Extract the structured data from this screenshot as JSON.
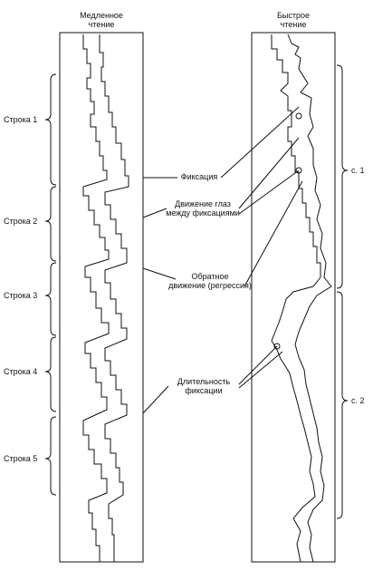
{
  "columns": {
    "slow": {
      "title_line1": "Медленное",
      "title_line2": "чтение"
    },
    "fast": {
      "title_line1": "Быстрое",
      "title_line2": "чтение"
    }
  },
  "left_rows": [
    "Строка 1",
    "Строка 2",
    "Строка 3",
    "Строка 4",
    "Строка 5"
  ],
  "right_rows": [
    "с. 1",
    "с. 2"
  ],
  "callouts": {
    "fixation": "Фиксация",
    "saccade_line1": "Движение глаз",
    "saccade_line2": "между фиксациями",
    "regression_line1": "Обратное",
    "regression_line2": "движение (регрессия)",
    "duration_line1": "Длительность",
    "duration_line2": "фиксации"
  }
}
